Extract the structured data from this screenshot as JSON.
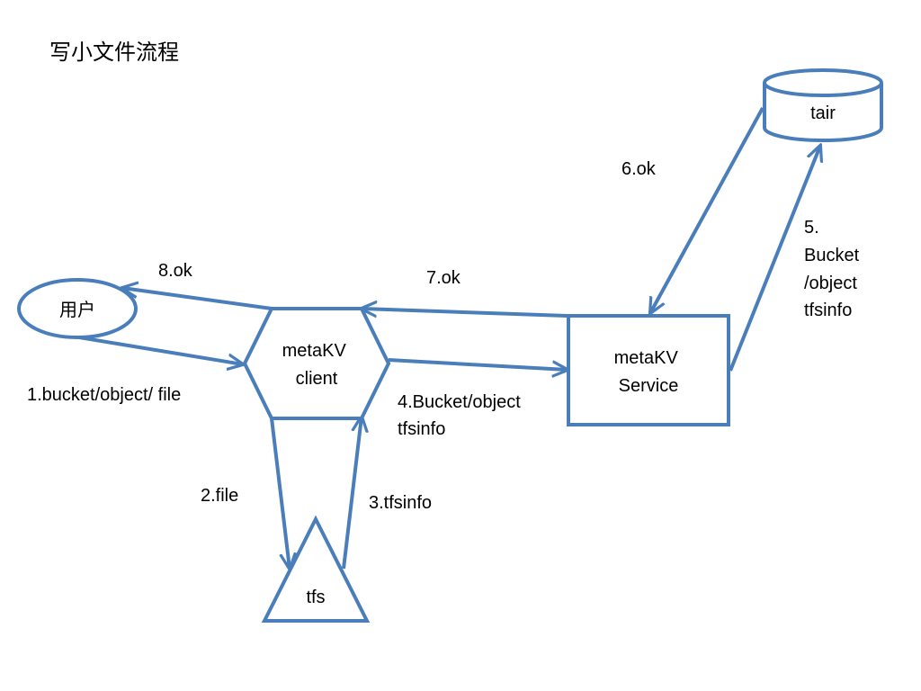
{
  "title": "写小文件流程",
  "colors": {
    "stroke": "#4a7ebb",
    "text": "#000000",
    "background": "#ffffff"
  },
  "nodes": {
    "user": "用户",
    "client": [
      "metaKV",
      "client"
    ],
    "service": [
      "metaKV",
      "Service"
    ],
    "tair": "tair",
    "tfs": "tfs"
  },
  "edges": {
    "e1": "1.bucket/object/ file",
    "e2": "2.file",
    "e3": "3.tfsinfo",
    "e4": [
      "4.Bucket/object",
      "tfsinfo"
    ],
    "e5": [
      "5.",
      "Bucket",
      "/object",
      "tfsinfo"
    ],
    "e6": "6.ok",
    "e7": "7.ok",
    "e8": "8.ok"
  }
}
